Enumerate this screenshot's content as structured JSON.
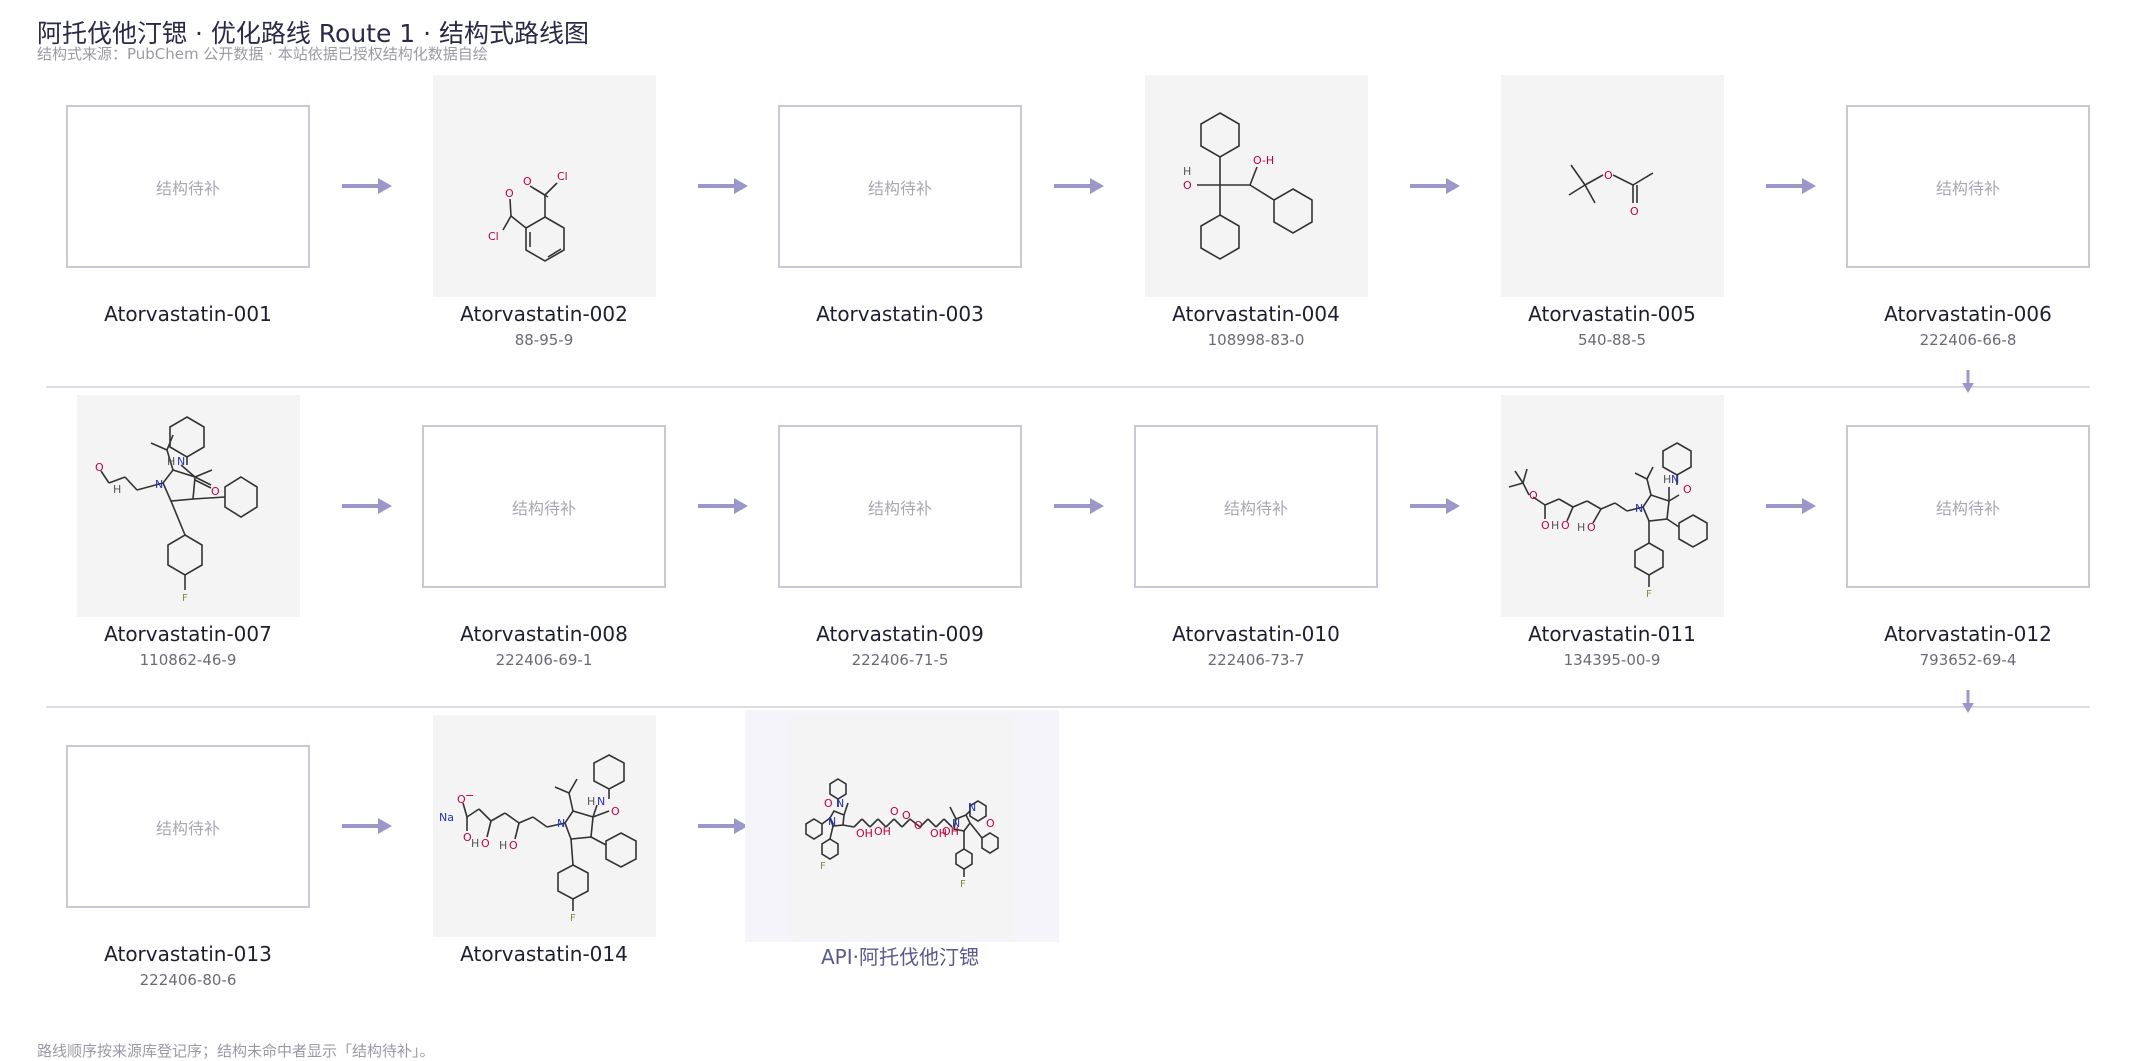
{
  "header": {
    "title": "阿托伐他汀锶 · 优化路线 Route 1 · 结构式路线图",
    "subtitle": "结构式来源：PubChem 公开数据 · 本站依据已授权结构化数据自绘"
  },
  "placeholder_text": "结构待补",
  "nodes": [
    {
      "name": "Atorvastatin-001",
      "cas": ""
    },
    {
      "name": "Atorvastatin-002",
      "cas": "88-95-9"
    },
    {
      "name": "Atorvastatin-003",
      "cas": ""
    },
    {
      "name": "Atorvastatin-004",
      "cas": "108998-83-0"
    },
    {
      "name": "Atorvastatin-005",
      "cas": "540-88-5"
    },
    {
      "name": "Atorvastatin-006",
      "cas": "222406-66-8"
    },
    {
      "name": "Atorvastatin-007",
      "cas": "110862-46-9"
    },
    {
      "name": "Atorvastatin-008",
      "cas": "222406-69-1"
    },
    {
      "name": "Atorvastatin-009",
      "cas": "222406-71-5"
    },
    {
      "name": "Atorvastatin-010",
      "cas": "222406-73-7"
    },
    {
      "name": "Atorvastatin-011",
      "cas": "134395-00-9"
    },
    {
      "name": "Atorvastatin-012",
      "cas": "793652-69-4"
    },
    {
      "name": "Atorvastatin-013",
      "cas": "222406-80-6"
    },
    {
      "name": "Atorvastatin-014",
      "cas": ""
    },
    {
      "name": "API·阿托伐他汀锶",
      "cas": ""
    }
  ],
  "atoms": {
    "chlorine": "Cl",
    "oxygen": "O",
    "hydrogen": "H",
    "nitrogen": "N",
    "fluorine": "F",
    "sodium": "Na",
    "hydroxyl": "OH",
    "alkoxide": "O-H",
    "carboxylate": "O",
    "charge": "−"
  },
  "colors": {
    "arrow": "#9b98c9",
    "placeholder_border": "#c9c9d6",
    "structure_bg": "#f4f4f4",
    "api_bg": "#f4f4fa"
  },
  "footer": {
    "note": "路线顺序按来源库登记序；结构未命中者显示「结构待补」。"
  }
}
